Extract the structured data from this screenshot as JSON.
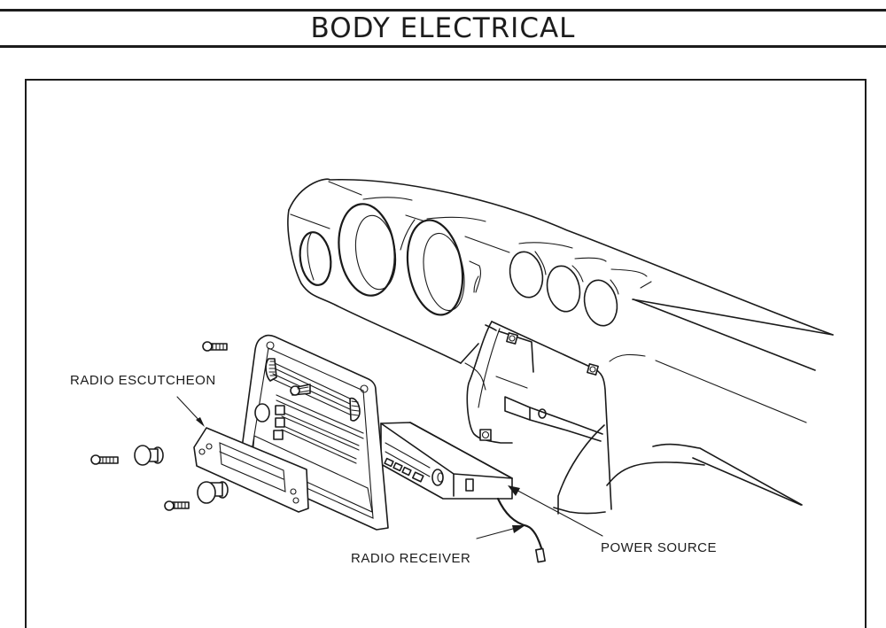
{
  "header": {
    "title": "BODY ELECTRICAL"
  },
  "figure": {
    "subject": "Radio removal / installation — dashboard exploded view",
    "callouts": {
      "radio_escutcheon": "RADIO ESCUTCHEON",
      "radio_receiver": "RADIO RECEIVER",
      "power_source": "POWER SOURCE"
    },
    "parts": [
      {
        "name": "dashboard-instrument-panel",
        "icon": "dashboard-panel-drawing"
      },
      {
        "name": "gauge-openings",
        "count": 6
      },
      {
        "name": "radio-face-plate"
      },
      {
        "name": "radio-escutcheon"
      },
      {
        "name": "radio-knobs",
        "count": 2
      },
      {
        "name": "mounting-screws",
        "count": 4
      },
      {
        "name": "radio-receiver-unit"
      },
      {
        "name": "power-lead-with-connector"
      },
      {
        "name": "mounting-bracket"
      }
    ]
  }
}
